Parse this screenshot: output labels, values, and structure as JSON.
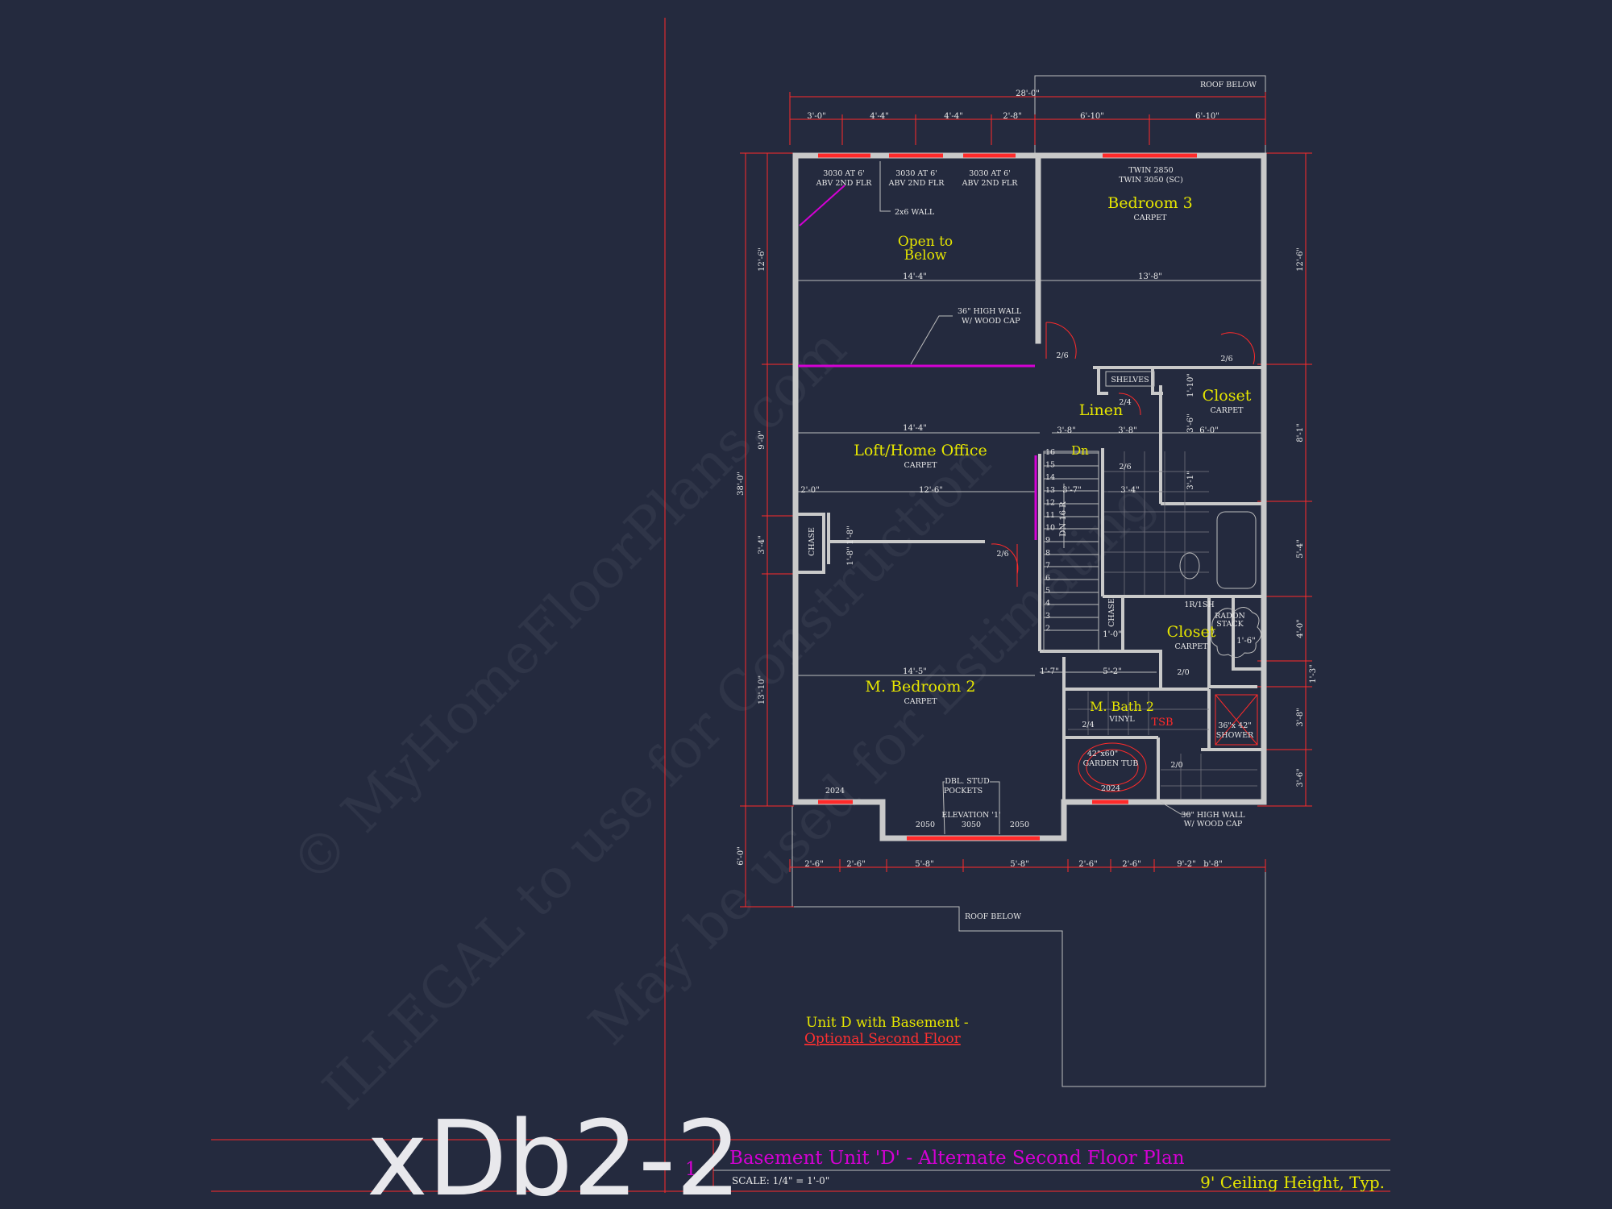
{
  "rooms": {
    "bedroom3": "Bedroom 3",
    "bedroom3_floor": "CARPET",
    "open1": "Open to",
    "open2": "Below",
    "linen": "Linen",
    "closet_a": "Closet",
    "closet_a_floor": "CARPET",
    "loft": "Loft/Home Office",
    "loft_floor": "CARPET",
    "dn": "Dn",
    "closet_b": "Closet",
    "closet_b_floor": "CARPET",
    "mbed": "M. Bedroom 2",
    "mbed_floor": "CARPET",
    "mbath": "M. Bath 2",
    "mbath_floor": "VINYL"
  },
  "notes": {
    "roof_below_top": "ROOF BELOW",
    "roof_below_bottom": "ROOF BELOW",
    "win_3030_a1": "3030 AT 6'",
    "win_3030_a2": "ABV 2ND FLR",
    "win_3030_b1": "3030 AT 6'",
    "win_3030_b2": "ABV 2ND FLR",
    "win_3030_c1": "3030 AT 6'",
    "win_3030_c2": "ABV 2ND FLR",
    "twin_1": "TWIN 2850",
    "twin_2": "TWIN 3050 (SC)",
    "wall_2x6": "2x6 WALL",
    "high_wall_1": "36\" HIGH WALL",
    "high_wall_2": "W/ WOOD CAP",
    "shelves": "SHELVES",
    "chase_1": "CHASE",
    "chase_2": "CHASE",
    "r1sh": "1R/1SH",
    "radon_1": "RADON",
    "radon_2": "STACK",
    "shower_1": "36\"x 42\"",
    "shower_2": "SHOWER",
    "tub_1": "42\"x60\"",
    "tub_2": "GARDEN TUB",
    "tub_win": "2024",
    "stud_1": "DBL. STUD",
    "stud_2": "POCKETS",
    "elev_1": "ELEVATION '1'",
    "elev_2": "3050",
    "w2050a": "2050",
    "w2050b": "2050",
    "w2024": "2024",
    "wall30_1": "30\" HIGH WALL",
    "wall30_2": "W/ WOOD CAP",
    "tsb": "TSB",
    "d26a": "2/6",
    "d26b": "2/6",
    "d24a": "2/4",
    "d26c": "2/6",
    "d26d": "2/6",
    "d20a": "2/0",
    "d24b": "2/4",
    "d20b": "2/0"
  },
  "dims": {
    "total_top": "28'-0\"",
    "t1": "3'-0\"",
    "t2": "4'-4\"",
    "t3": "4'-4\"",
    "t4": "2'-8\"",
    "t5": "6'-10\"",
    "t6": "6'-10\"",
    "open_w": "14'-4\"",
    "bed3_w": "13'-8\"",
    "loft_w": "14'-4\"",
    "linen_w1": "3'-8\"",
    "linen_w2": "3'-8\"",
    "closet_w": "6'-0\"",
    "loft_in1": "2'-0\"",
    "loft_in2": "12'-6\"",
    "stair1": "3'-7\"",
    "bath_w": "3'-4\"",
    "mbed_w": "14'-5\"",
    "d17": "1'-7\"",
    "d52": "5'-2\"",
    "b1": "2'-6\"",
    "b2": "2'-6\"",
    "b3": "5'-8\"",
    "b4": "5'-8\"",
    "b5": "2'-6\"",
    "b6": "2'-6\"",
    "b7": "9'-2\"",
    "b8": "b'-8\"",
    "l_total": "38'-0\"",
    "l1": "12'-6\"",
    "l2": "9'-0\"",
    "l3": "3'-4\"",
    "l4": "13'-10\"",
    "l5": "6'-0\"",
    "r1": "12'-6\"",
    "r2": "8'-1\"",
    "r3": "5'-4\"",
    "r4": "4'-0\"",
    "r5": "1'-3\"",
    "r6": "3'-8\"",
    "r7": "3'-6\"",
    "chase_v1": "1'-8\"",
    "chase_v2": "1'-8\"",
    "cl_v1": "1'-10\"",
    "cl_v2": "3'-6\"",
    "cl_v3": "3'-1\"",
    "chase_v3": "1'-0\"",
    "rad_v": "1'-6\""
  },
  "stair_numbers": [
    "16",
    "15",
    "14",
    "13",
    "12",
    "11",
    "10",
    "9",
    "8",
    "7",
    "6",
    "5",
    "4",
    "3",
    "2"
  ],
  "stair_dn": "DN 16 R",
  "caption": {
    "line1": "Unit D with Basement -",
    "line2": "Optional Second Floor"
  },
  "titleblock": {
    "number": "1",
    "title": "Basement Unit 'D' - Alternate Second Floor Plan",
    "scale": "SCALE: 1/4\" = 1'-0\"",
    "ceiling": "9' Ceiling Height, Typ."
  },
  "sheet_label": "xDb2-2",
  "watermark": {
    "line1": "© MyHomeFloorPlans.com",
    "line2": "ILLEGAL to use for Construction",
    "line3": "May be used for Estimating"
  },
  "colors": {
    "background": "#242a3e",
    "walls": "#c9c9c9",
    "room_labels": "#e6e600",
    "dimension_lines": "#ff2a2a",
    "title": "#d400d4"
  }
}
